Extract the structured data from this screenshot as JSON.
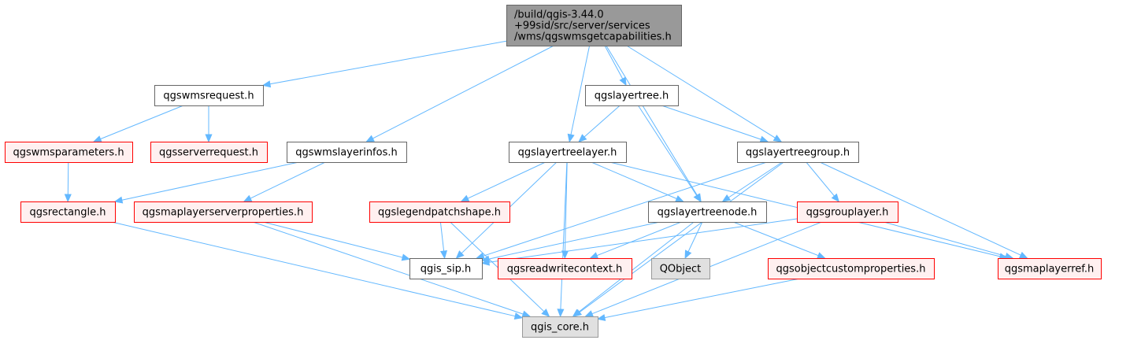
{
  "colors": {
    "edge": "#63b8ff",
    "root_fill": "#999999",
    "root_border": "#666666",
    "normal_fill": "#ffffff",
    "normal_border": "#666666",
    "missing_fill": "#fff0f0",
    "missing_border": "#ff0000",
    "external_fill": "#e0e0e0",
    "external_border": "#999999"
  },
  "nodes": [
    {
      "id": "root",
      "kind": "root",
      "lines": [
        "/build/qgis-3.44.0",
        "+99sid/src/server/services",
        "/wms/qgswmsgetcapabilities.h"
      ]
    },
    {
      "id": "qgswmsrequest",
      "kind": "normal",
      "lines": [
        "qgswmsrequest.h"
      ]
    },
    {
      "id": "qgswmsparameters",
      "kind": "missing",
      "lines": [
        "qgswmsparameters.h"
      ]
    },
    {
      "id": "qgsserverrequest",
      "kind": "missing",
      "lines": [
        "qgsserverrequest.h"
      ]
    },
    {
      "id": "qgswmslayerinfos",
      "kind": "normal",
      "lines": [
        "qgswmslayerinfos.h"
      ]
    },
    {
      "id": "qgsrectangle",
      "kind": "missing",
      "lines": [
        "qgsrectangle.h"
      ]
    },
    {
      "id": "qgsmaplayerserverproperties",
      "kind": "missing",
      "lines": [
        "qgsmaplayerserverproperties.h"
      ]
    },
    {
      "id": "qgslayertree",
      "kind": "normal",
      "lines": [
        "qgslayertree.h"
      ]
    },
    {
      "id": "qgslayertreelayer",
      "kind": "normal",
      "lines": [
        "qgslayertreelayer.h"
      ]
    },
    {
      "id": "qgslayertreegroup",
      "kind": "normal",
      "lines": [
        "qgslayertreegroup.h"
      ]
    },
    {
      "id": "qgslegendpatchshape",
      "kind": "missing",
      "lines": [
        "qgslegendpatchshape.h"
      ]
    },
    {
      "id": "qgslayertreenode",
      "kind": "normal",
      "lines": [
        "qgslayertreenode.h"
      ]
    },
    {
      "id": "qgsgrouplayer",
      "kind": "missing",
      "lines": [
        "qgsgrouplayer.h"
      ]
    },
    {
      "id": "qgis_sip",
      "kind": "normal",
      "lines": [
        "qgis_sip.h"
      ]
    },
    {
      "id": "qgsreadwritecontext",
      "kind": "missing",
      "lines": [
        "qgsreadwritecontext.h"
      ]
    },
    {
      "id": "qobject",
      "kind": "external",
      "lines": [
        "QObject"
      ]
    },
    {
      "id": "qgsobjectcustomproperties",
      "kind": "missing",
      "lines": [
        "qgsobjectcustomproperties.h"
      ]
    },
    {
      "id": "qgsmaplayerref",
      "kind": "missing",
      "lines": [
        "qgsmaplayerref.h"
      ]
    },
    {
      "id": "qgis_core",
      "kind": "external",
      "lines": [
        "qgis_core.h"
      ]
    }
  ],
  "edges": [
    {
      "from": "root",
      "to": "qgswmsrequest"
    },
    {
      "from": "root",
      "to": "qgswmslayerinfos"
    },
    {
      "from": "root",
      "to": "qgslayertreelayer"
    },
    {
      "from": "root",
      "to": "qgslayertree"
    },
    {
      "from": "root",
      "to": "qgslayertreenode"
    },
    {
      "from": "root",
      "to": "qgslayertreegroup"
    },
    {
      "from": "qgswmsrequest",
      "to": "qgswmsparameters"
    },
    {
      "from": "qgswmsrequest",
      "to": "qgsserverrequest"
    },
    {
      "from": "qgswmsparameters",
      "to": "qgsrectangle"
    },
    {
      "from": "qgswmslayerinfos",
      "to": "qgsrectangle"
    },
    {
      "from": "qgswmslayerinfos",
      "to": "qgsmaplayerserverproperties"
    },
    {
      "from": "qgslayertree",
      "to": "qgslayertreelayer"
    },
    {
      "from": "qgslayertree",
      "to": "qgslayertreegroup"
    },
    {
      "from": "qgslayertree",
      "to": "qgslayertreenode"
    },
    {
      "from": "qgslayertreelayer",
      "to": "qgslegendpatchshape"
    },
    {
      "from": "qgslayertreelayer",
      "to": "qgslayertreenode"
    },
    {
      "from": "qgslayertreelayer",
      "to": "qgis_sip"
    },
    {
      "from": "qgslayertreelayer",
      "to": "qgsreadwritecontext"
    },
    {
      "from": "qgslayertreelayer",
      "to": "qgsmaplayerref"
    },
    {
      "from": "qgslayertreelayer",
      "to": "qgis_core"
    },
    {
      "from": "qgslayertreegroup",
      "to": "qgslayertreenode"
    },
    {
      "from": "qgslayertreegroup",
      "to": "qgsgrouplayer"
    },
    {
      "from": "qgslayertreegroup",
      "to": "qgis_sip"
    },
    {
      "from": "qgslayertreegroup",
      "to": "qgsmaplayerref"
    },
    {
      "from": "qgslayertreegroup",
      "to": "qgis_core"
    },
    {
      "from": "qgsrectangle",
      "to": "qgis_core"
    },
    {
      "from": "qgsmaplayerserverproperties",
      "to": "qgis_sip"
    },
    {
      "from": "qgsmaplayerserverproperties",
      "to": "qgis_core"
    },
    {
      "from": "qgslegendpatchshape",
      "to": "qgis_sip"
    },
    {
      "from": "qgslegendpatchshape",
      "to": "qgis_core"
    },
    {
      "from": "qgslayertreenode",
      "to": "qgis_sip"
    },
    {
      "from": "qgslayertreenode",
      "to": "qgsreadwritecontext"
    },
    {
      "from": "qgslayertreenode",
      "to": "qobject"
    },
    {
      "from": "qgslayertreenode",
      "to": "qgsobjectcustomproperties"
    },
    {
      "from": "qgslayertreenode",
      "to": "qgis_core"
    },
    {
      "from": "qgsgrouplayer",
      "to": "qgis_sip"
    },
    {
      "from": "qgsgrouplayer",
      "to": "qgsmaplayerref"
    },
    {
      "from": "qgsgrouplayer",
      "to": "qgis_core"
    },
    {
      "from": "qgsobjectcustomproperties",
      "to": "qgis_core"
    }
  ]
}
